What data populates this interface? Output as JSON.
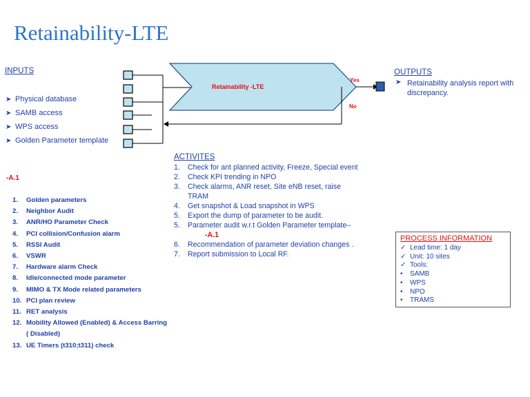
{
  "title": "Retainability-LTE",
  "inputs": {
    "header": "INPUTS",
    "items": [
      "Physical database",
      "SAMB access",
      "WPS access",
      "Golden Parameter template"
    ]
  },
  "outputs": {
    "header": "OUTPUTS",
    "items": [
      "Retainability analysis report with discrepancy."
    ]
  },
  "process": {
    "label": "Retainability -LTE",
    "yes_label": "Yes",
    "no_label": "No"
  },
  "activities": {
    "header": "ACTIVITES",
    "items": [
      {
        "num": "1.",
        "text": "Check for ant planned activity, Freeze, Special event"
      },
      {
        "num": "2.",
        "text": "Check KPI trending in NPO"
      },
      {
        "num": "3.",
        "text": "Check alarms, ANR reset, Site eNB reset, raise",
        "cont": "TRAM"
      },
      {
        "num": "4.",
        "text": "Get snapshot & Load snapshot in WPS"
      },
      {
        "num": "5.",
        "text": "Export  the dump of parameter to be audit."
      },
      {
        "num": "5.",
        "text": "Parameter audit w.r.t Golden Parameter template–",
        "cont_red": "A.1"
      },
      {
        "num": "6.",
        "text": "Recommendation of  parameter deviation changes ."
      },
      {
        "num": "7.",
        "text": "Report submission to Local RF."
      }
    ]
  },
  "a1": {
    "label": "-A.1",
    "items": [
      {
        "num": "1.",
        "text": "Golden parameters"
      },
      {
        "num": "2.",
        "text": "Neighbor Audit"
      },
      {
        "num": "3.",
        "text": "ANR/HO Parameter Check"
      },
      {
        "num": "4.",
        "text": "PCI collision/Confusion alarm"
      },
      {
        "num": "5.",
        "text": "RSSI Audit"
      },
      {
        "num": "6.",
        "text": "VSWR"
      },
      {
        "num": "7.",
        "text": "Hardware alarm Check"
      },
      {
        "num": "8.",
        "text": "Idle/connected mode parameter"
      },
      {
        "num": "9.",
        "text": "MIMO & TX Mode related parameters"
      },
      {
        "num": "10.",
        "text": "PCI plan review"
      },
      {
        "num": "11.",
        "text": "RET analysis"
      },
      {
        "num": "12.",
        "text": "Mobility Allowed (Enabled) & Access Barring",
        "cont": "( Disabled)"
      },
      {
        "num": "13.",
        "text": "UE Timers (t310;t311) check"
      }
    ]
  },
  "process_info": {
    "header": "PROCESS INFORMATION",
    "checks": [
      "Lead time: 1 day",
      "Unit: 10  sites",
      "Tools:"
    ],
    "tools": [
      "SAMB",
      "WPS",
      "NPO",
      "TRAMS"
    ]
  },
  "colors": {
    "title": "#2e74c8",
    "text_blue": "#1f3fa8",
    "red": "#e01010",
    "pentagon_fill": "#bfe2f0",
    "output_box": "#2e5fa8"
  }
}
